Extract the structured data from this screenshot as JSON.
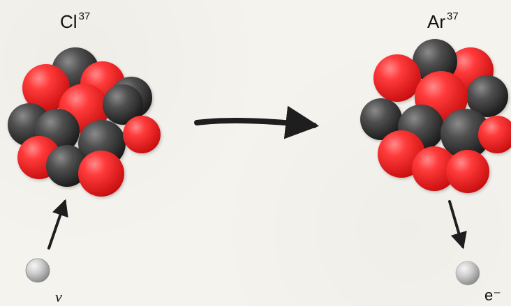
{
  "diagram": {
    "nuclei": {
      "left_label": {
        "element": "Cl",
        "mass": "37"
      },
      "right_label": {
        "element": "Ar",
        "mass": "37"
      }
    },
    "particles": {
      "incoming": "ν",
      "outgoing": "e⁻"
    },
    "colors": {
      "background": "#f4f3ee",
      "proton_red": "#ef2b2b",
      "neutron_gray": "#4b4b4b",
      "arrow": "#1e1e1e",
      "small_particle": "#d8d8d8"
    }
  }
}
